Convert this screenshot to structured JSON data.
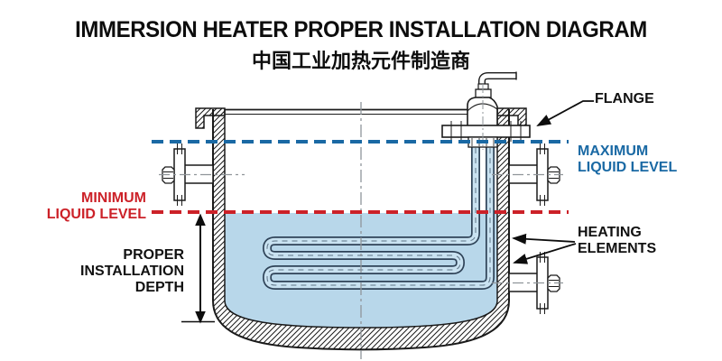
{
  "title": "IMMERSION HEATER PROPER INSTALLATION DIAGRAM",
  "subtitle_cn": "中国工业加热元件制造商",
  "labels": {
    "flange": "FLANGE",
    "maximum_liquid_level": "MAXIMUM\nLIQUID LEVEL",
    "minimum_liquid_level": "MINIMUM\nLIQUID LEVEL",
    "proper_installation_depth": "PROPER\nINSTALLATION\nDEPTH",
    "heating_elements": "HEATING\nELEMENTS"
  },
  "colors": {
    "max_level_blue": "#1a69a4",
    "min_level_red": "#cc2128",
    "liquid_blue": "#b8d7ea",
    "tube_outline": "#2e4257",
    "tube_fill": "#c9e2f1",
    "line_black": "#1a1a1a",
    "centerline_gray": "#8f959a"
  }
}
